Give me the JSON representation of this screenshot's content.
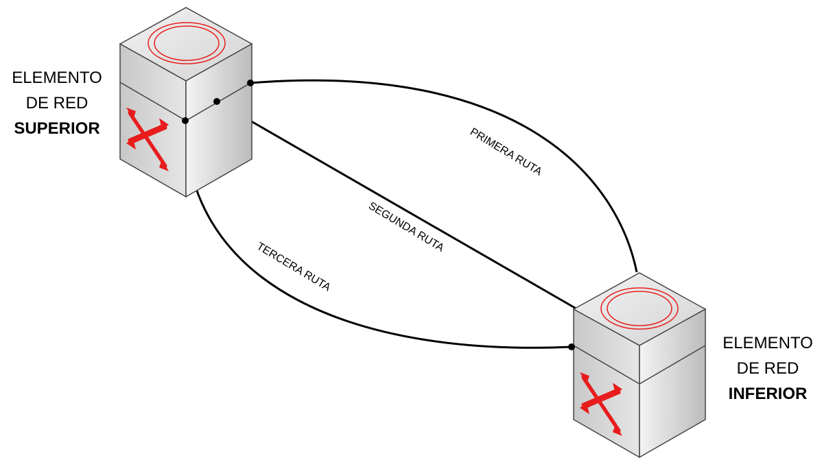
{
  "nodes": {
    "top": {
      "line1": "ELEMENTO",
      "line2": "DE RED",
      "line3": "SUPERIOR"
    },
    "bottom": {
      "line1": "ELEMENTO",
      "line2": "DE RED",
      "line3": "INFERIOR"
    }
  },
  "routes": {
    "first": "PRIMERA RUTA",
    "second": "SEGUNDA RUTA",
    "third": "TERCERA RUTA"
  },
  "colors": {
    "accent": "#e81c1c",
    "line": "#000000"
  }
}
